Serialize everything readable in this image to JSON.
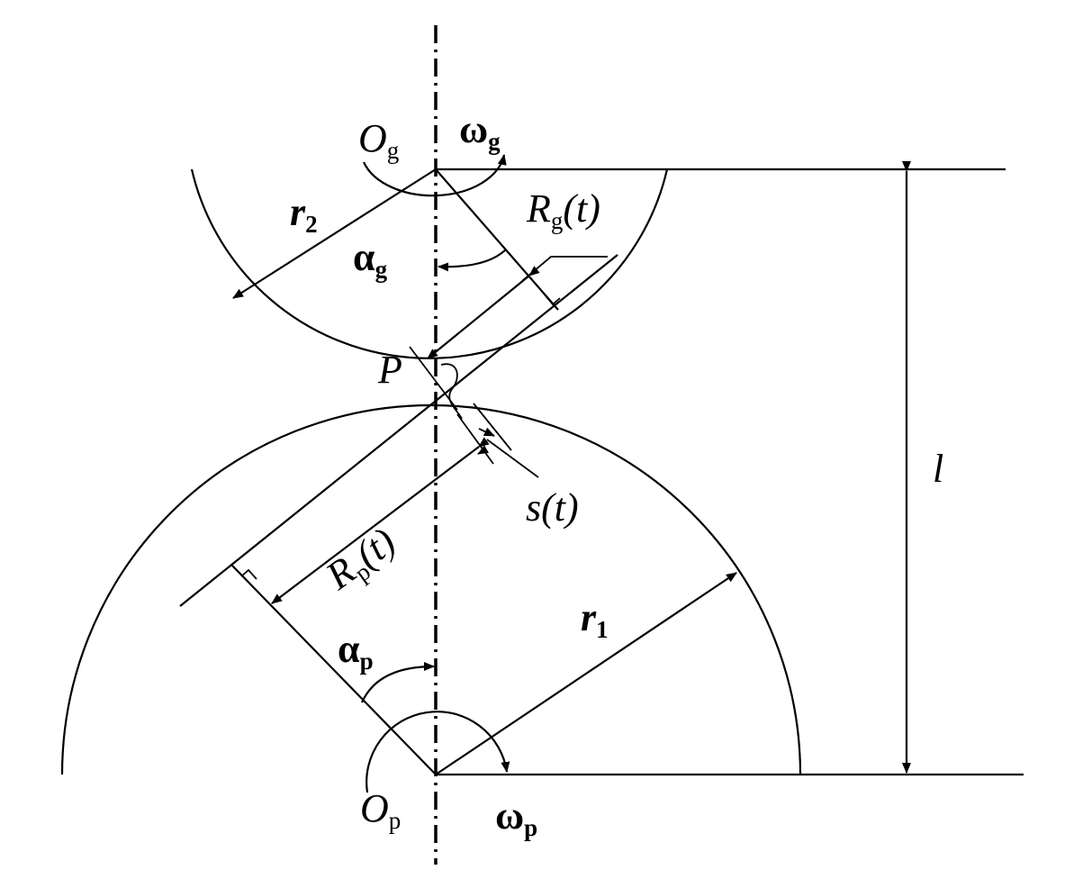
{
  "labels": {
    "Og": {
      "main": "O",
      "sub": "g"
    },
    "wg": {
      "main": "ω",
      "sub": "g"
    },
    "r2": {
      "main": "r",
      "sub": "2"
    },
    "Rg": {
      "main": "R",
      "sub": "g",
      "tail": "(t)"
    },
    "ag": {
      "main": "α",
      "sub": "g"
    },
    "P": {
      "main": "P"
    },
    "st": {
      "main": "s(t)"
    },
    "l": {
      "main": "l"
    },
    "Rp": {
      "main": "R",
      "sub": "p",
      "tail": "(t)"
    },
    "r1": {
      "main": "r",
      "sub": "1"
    },
    "ap": {
      "main": "α",
      "sub": "p"
    },
    "Op": {
      "main": "O",
      "sub": "p"
    },
    "wp": {
      "main": "ω",
      "sub": "p"
    }
  }
}
